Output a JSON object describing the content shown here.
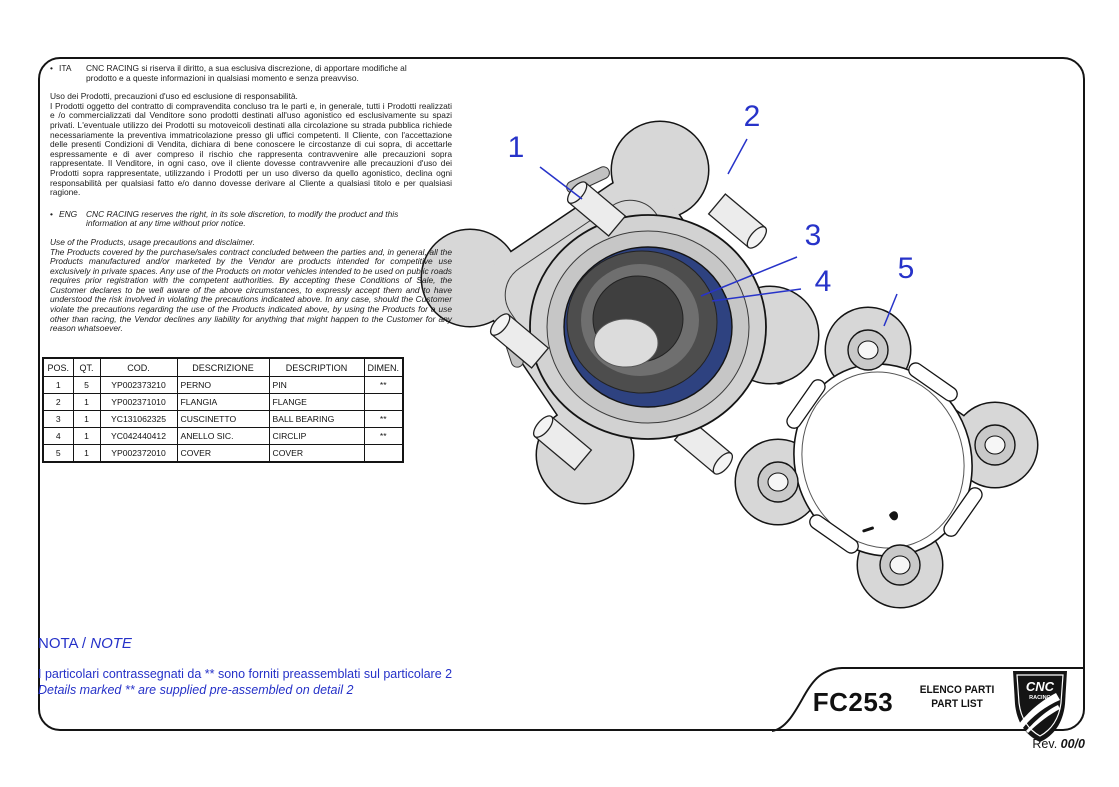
{
  "disclaimer": {
    "bullet": "•",
    "ita_label": "ITA",
    "ita_bullet_text": "CNC RACING si riserva il diritto, a sua esclusiva discrezione, di apportare modifiche al prodotto e a queste informazioni in qualsiasi momento e senza preavviso.",
    "ita_heading": "Uso dei Prodotti, precauzioni d'uso ed esclusione di responsabilità.",
    "ita_body": "I Prodotti oggetto del contratto di compravendita concluso tra le parti e, in generale, tutti i Prodotti realizzati e /o commercializzati dal Venditore sono prodotti destinati all'uso agonistico ed esclusivamente su spazi privati. L'eventuale utilizzo dei Prodotti su motoveicoli destinati alla circolazione su strada pubblica richiede necessariamente la preventiva immatricolazione presso gli uffici competenti. Il Cliente, con l'accettazione delle presenti Condizioni di Vendita, dichiara di bene conoscere le circostanze di cui sopra, di accettarle espressamente e di aver compreso il rischio che rappresenta contravvenire alle precauzioni sopra rappresentate. Il Venditore, in ogni caso, ove il cliente dovesse contravvenire alle precauzioni d'uso dei Prodotti sopra rappresentate, utilizzando i Prodotti per un uso diverso da quello agonistico, declina ogni responsabilità per qualsiasi fatto e/o danno dovesse derivare al Cliente a qualsiasi titolo e per qualsiasi ragione.",
    "eng_label": "ENG",
    "eng_bullet_text": "CNC RACING reserves the right, in its sole discretion, to modify the product and this information at any time without prior notice.",
    "eng_heading": "Use of the Products, usage precautions and disclaimer.",
    "eng_body": "The Products covered by the purchase/sales contract concluded between the parties and, in general, all the Products manufactured and/or marketed by the Vendor are products intended for competitive use exclusively in private spaces. Any use of the Products on motor vehicles intended to be used on public roads requires prior registration with the competent authorities. By accepting these Conditions of Sale, the Customer declares to be well aware of the above circumstances, to expressly accept them and to have understood the risk involved in violating the precautions indicated above. In any case, should the Customer violate the precautions regarding the use of the Products indicated above, by using the Products for a use other than racing, the Vendor declines any liability for anything that might happen to the Customer for any reason whatsoever."
  },
  "parts_table": {
    "headers": [
      "POS.",
      "QT.",
      "COD.",
      "DESCRIZIONE",
      "DESCRIPTION",
      "DIMEN."
    ],
    "rows": [
      [
        "1",
        "5",
        "YP002373210",
        "PERNO",
        "PIN",
        "**"
      ],
      [
        "2",
        "1",
        "YP002371010",
        "FLANGIA",
        "FLANGE",
        ""
      ],
      [
        "3",
        "1",
        "YC131062325",
        "CUSCINETTO",
        "BALL BEARING",
        "**"
      ],
      [
        "4",
        "1",
        "YC042440412",
        "ANELLO SIC.",
        "CIRCLIP",
        "**"
      ],
      [
        "5",
        "1",
        "YP002372010",
        "COVER",
        "COVER",
        ""
      ]
    ]
  },
  "note": {
    "heading_ita": "NOTA /",
    "heading_eng": "NOTE",
    "line_ita": "I particolari contrassegnati da ** sono forniti preassemblati sul particolare 2",
    "line_eng": "Details marked ** are supplied pre-assembled on detail 2"
  },
  "callouts": [
    "1",
    "2",
    "3",
    "4",
    "5"
  ],
  "title_block": {
    "code": "FC253",
    "list_title_ita": "ELENCO PARTI",
    "list_title_eng": "PART LIST",
    "logo_line1": "CNC",
    "logo_line2": "RACING",
    "rev_label": "Rev. ",
    "rev_value": "00/0"
  },
  "colors": {
    "accent_blue": "#2733c9",
    "note_blue": "#2531c8",
    "bearing_navy": "#2e4280",
    "part_gray": "#d7d7d7",
    "pin_gray": "#ececec",
    "line_black": "#141414"
  }
}
